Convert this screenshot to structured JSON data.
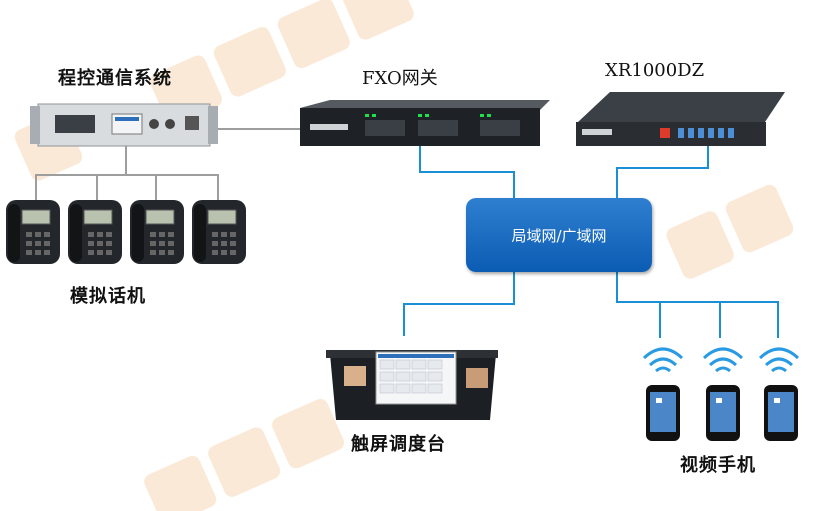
{
  "nodes": {
    "pbx": {
      "label": "程控通信系统"
    },
    "fxo": {
      "label": "FXO网关"
    },
    "xr": {
      "label": "XR1000DZ"
    },
    "analog_phones": {
      "label": "模拟话机"
    },
    "lan": {
      "label": "局域网/广域网"
    },
    "touch_console": {
      "label": "触屏调度台"
    },
    "video_phones": {
      "label": "视频手机"
    }
  },
  "colors": {
    "link": "#1a8fd6",
    "phone_link": "#9e9e9e",
    "lan_box": "#0b5cb3",
    "watermark": "#f8dcbf",
    "wifi": "#2a9be2"
  },
  "icons": [
    "rack-device-icon",
    "desk-phone-icon",
    "wifi-icon",
    "smartphone-icon",
    "touch-console-icon"
  ]
}
